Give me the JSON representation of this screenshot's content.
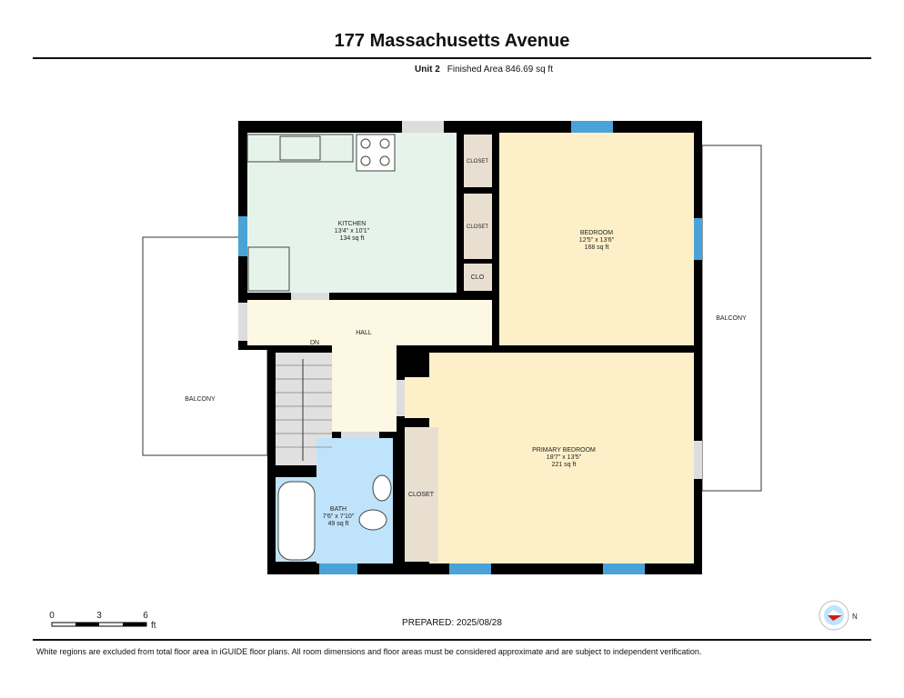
{
  "header": {
    "title": "177 Massachusetts Avenue",
    "unit": "Unit 2",
    "finished_area": "Finished Area 846.69 sq ft"
  },
  "rooms": {
    "kitchen": {
      "name": "KITCHEN",
      "dims": "13'4\" x 10'1\"",
      "area": "134 sq ft"
    },
    "bedroom": {
      "name": "BEDROOM",
      "dims": "12'5\" x 13'6\"",
      "area": "168 sq ft"
    },
    "primary": {
      "name": "PRIMARY BEDROOM",
      "dims": "18'7\" x 13'5\"",
      "area": "221 sq ft"
    },
    "bath": {
      "name": "BATH",
      "dims": "7'6\" x 7'10\"",
      "area": "49 sq ft"
    },
    "hall": "HALL",
    "dn": "DN",
    "closet1": "CLOSET",
    "closet2": "CLOSET",
    "clo": "CLO",
    "closet3": "CLOSET",
    "balcony_left": "BALCONY",
    "balcony_right": "BALCONY"
  },
  "scale": {
    "t0": "0",
    "t1": "3",
    "t2": "6",
    "unit": "ft"
  },
  "compass": {
    "label": "N"
  },
  "footer": {
    "prepared": "PREPARED: 2025/08/28",
    "disclaimer": "White regions are excluded from total floor area in iGUIDE floor plans. All room dimensions and floor areas must be considered approximate and are subject to independent verification."
  },
  "colors": {
    "kitchen": "#e6f3ea",
    "bedroom": "#fdf0c8",
    "hall": "#fdf8e3",
    "bath": "#bfe3fb",
    "closet": "#e8dfd1",
    "window": "#4aa3d8",
    "wall": "#000000"
  }
}
